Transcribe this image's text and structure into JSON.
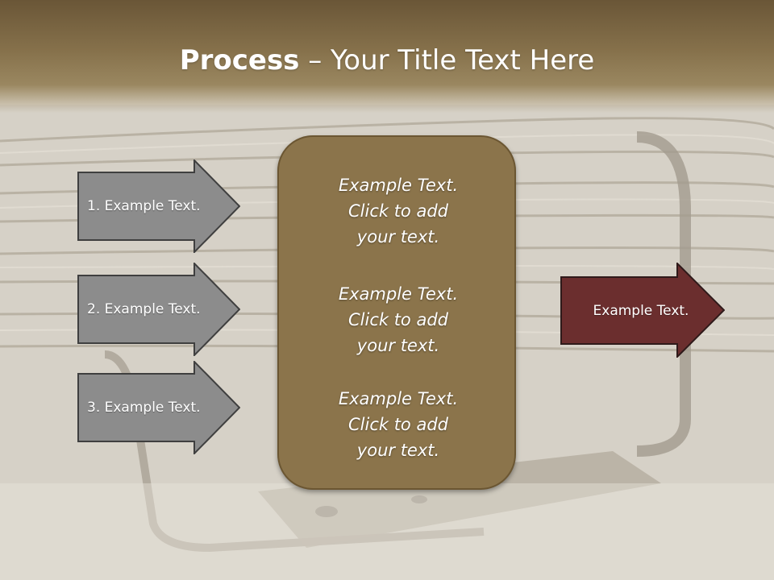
{
  "slide": {
    "title_bold": "Process",
    "title_rest": " – Your Title Text Here",
    "input_arrows": [
      {
        "label": "1. Example Text."
      },
      {
        "label": "2. Example Text."
      },
      {
        "label": "3. Example Text."
      }
    ],
    "center_paragraphs": [
      {
        "line1": "Example Text.",
        "line2": "Click  to add",
        "line3": "your text."
      },
      {
        "line1": "Example Text.",
        "line2": "Click  to add",
        "line3": "your text."
      },
      {
        "line1": "Example Text.",
        "line2": "Click  to add",
        "line3": "your text."
      }
    ],
    "output_arrow": {
      "label": "Example Text."
    }
  },
  "colors": {
    "title_band": "#86714b",
    "input_arrow_fill": "#8c8c8c",
    "center_box_fill": "#8b744b",
    "output_arrow_fill": "#6b2e2e"
  }
}
